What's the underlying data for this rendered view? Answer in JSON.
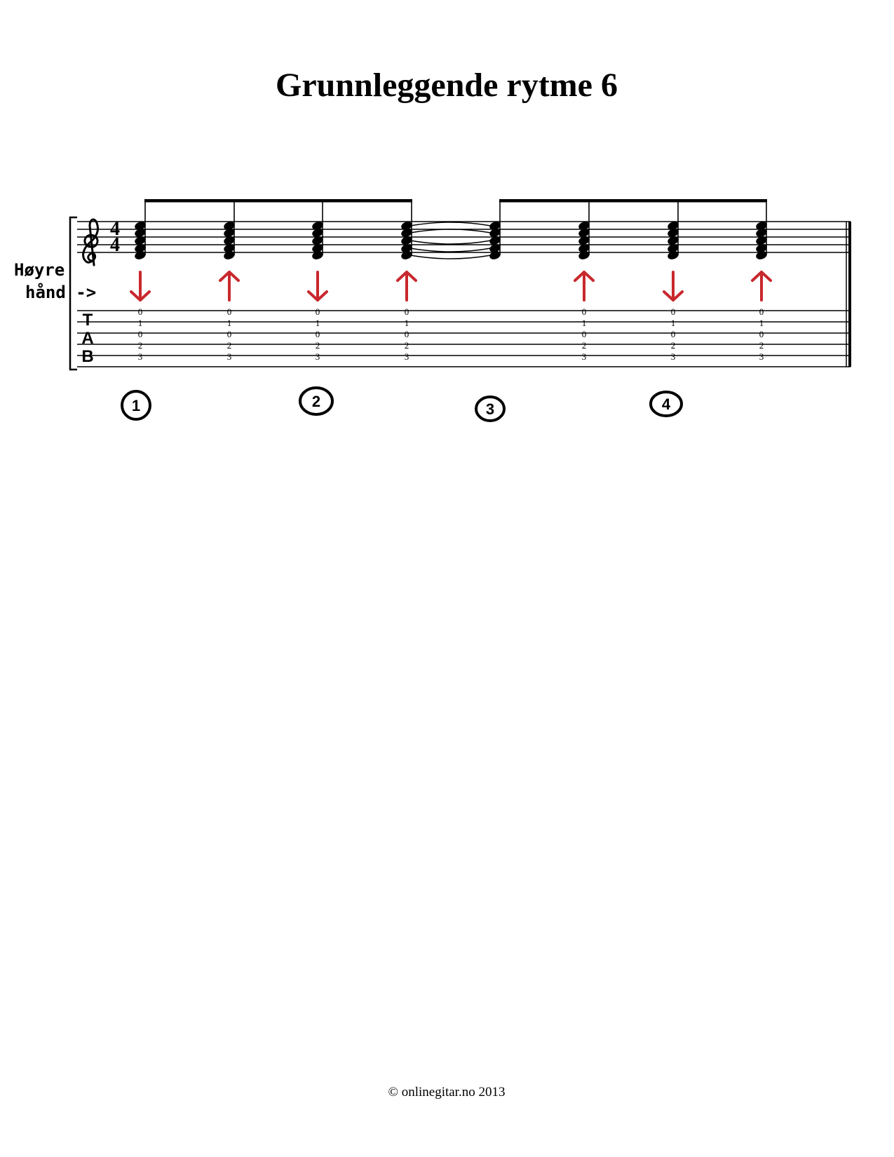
{
  "title": "Grunnleggende rytme 6",
  "footer": "© onlinegitar.no 2013",
  "time_signature": {
    "top": "4",
    "bottom": "4"
  },
  "tab_label": [
    "T",
    "A",
    "B"
  ],
  "hand_label": {
    "line1": "Høyre",
    "line2": "hånd ->"
  },
  "colors": {
    "arrow": "#c8282d",
    "ink": "#000000"
  },
  "strums": [
    {
      "direction": "down",
      "frets": [
        "0",
        "1",
        "0",
        "2",
        "3"
      ]
    },
    {
      "direction": "up",
      "frets": [
        "0",
        "1",
        "0",
        "2",
        "3"
      ]
    },
    {
      "direction": "down",
      "frets": [
        "0",
        "1",
        "0",
        "2",
        "3"
      ]
    },
    {
      "direction": "up",
      "frets": [
        "0",
        "1",
        "0",
        "2",
        "3"
      ],
      "tied_to_next": true
    },
    {
      "direction": "none",
      "frets": []
    },
    {
      "direction": "up",
      "frets": [
        "0",
        "1",
        "0",
        "2",
        "3"
      ]
    },
    {
      "direction": "down",
      "frets": [
        "0",
        "1",
        "0",
        "2",
        "3"
      ]
    },
    {
      "direction": "up",
      "frets": [
        "0",
        "1",
        "0",
        "2",
        "3"
      ]
    }
  ],
  "beat_counts": [
    "1",
    "2",
    "3",
    "4"
  ]
}
